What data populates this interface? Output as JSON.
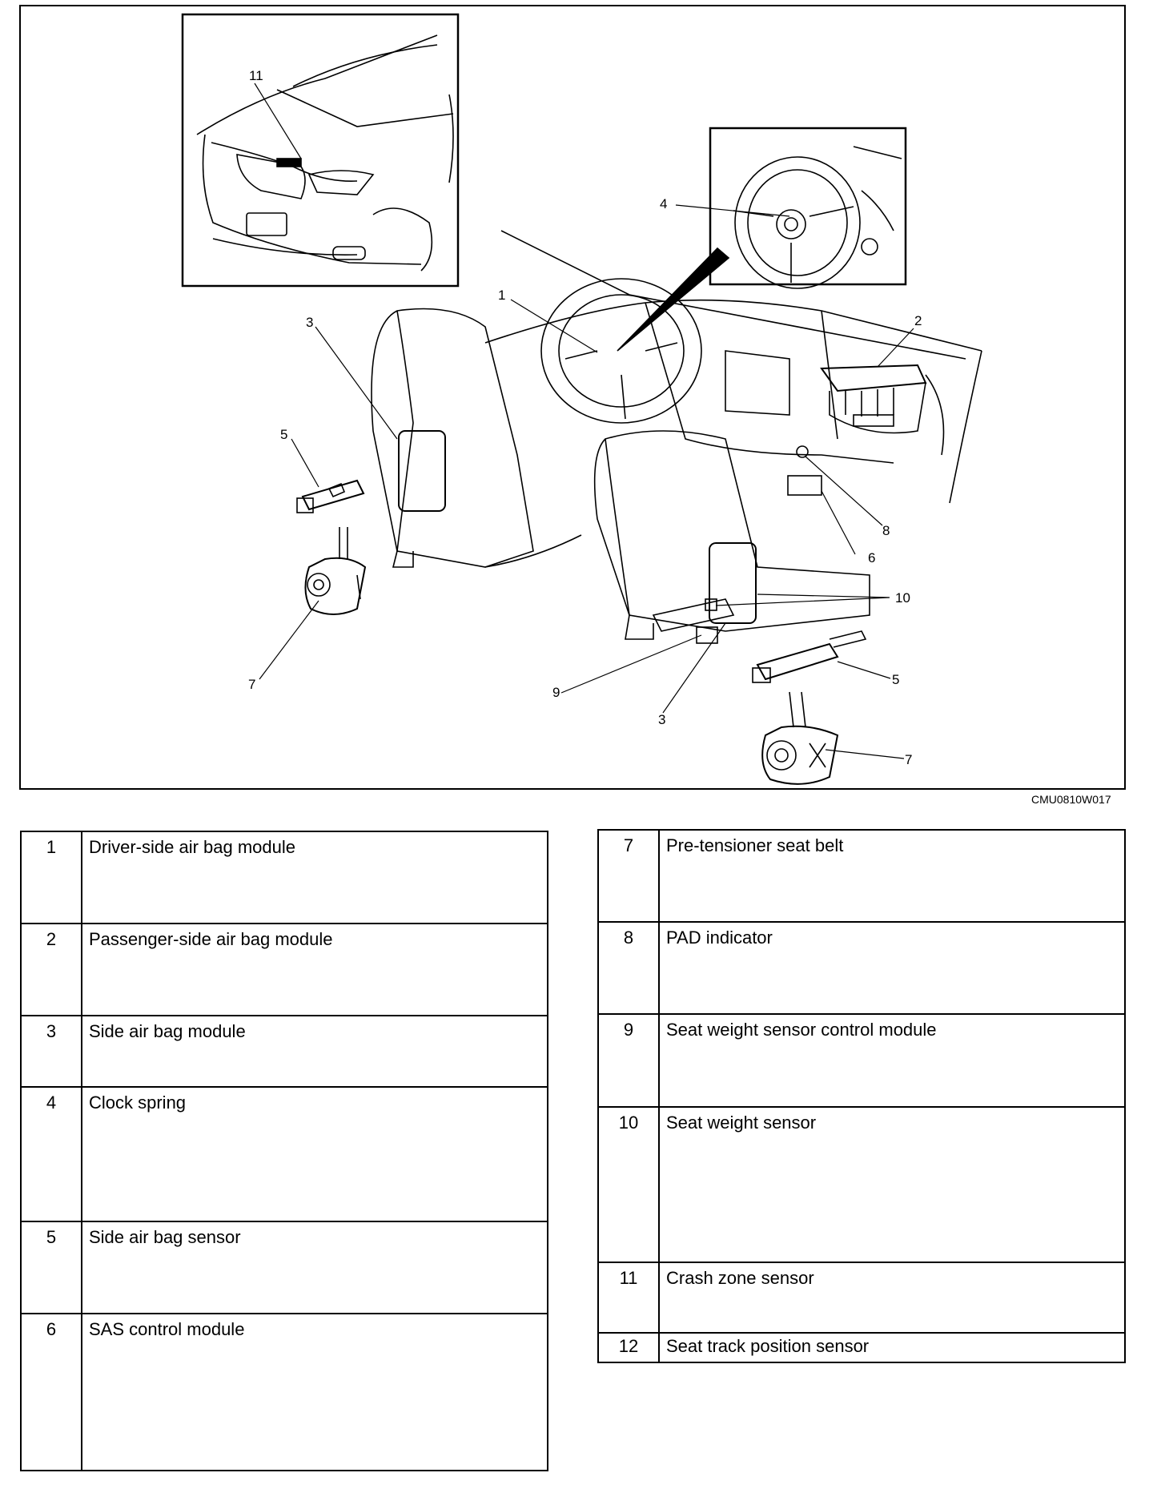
{
  "figure": {
    "code": "CMU0810W017",
    "callouts": [
      "1",
      "2",
      "3",
      "3",
      "4",
      "5",
      "5",
      "6",
      "7",
      "7",
      "8",
      "9",
      "10",
      "11"
    ]
  },
  "legend": {
    "left": [
      {
        "num": "1",
        "label": "Driver-side air bag module"
      },
      {
        "num": "2",
        "label": "Passenger-side air bag module"
      },
      {
        "num": "3",
        "label": "Side air bag module"
      },
      {
        "num": "4",
        "label": "Clock spring"
      },
      {
        "num": "5",
        "label": "Side air bag sensor"
      },
      {
        "num": "6",
        "label": "SAS control module"
      }
    ],
    "right": [
      {
        "num": "7",
        "label": "Pre-tensioner seat belt"
      },
      {
        "num": "8",
        "label": "PAD indicator"
      },
      {
        "num": "9",
        "label": "Seat weight sensor control module"
      },
      {
        "num": "10",
        "label": "Seat weight sensor"
      },
      {
        "num": "11",
        "label": "Crash zone sensor"
      },
      {
        "num": "12",
        "label": "Seat track position sensor"
      }
    ]
  }
}
